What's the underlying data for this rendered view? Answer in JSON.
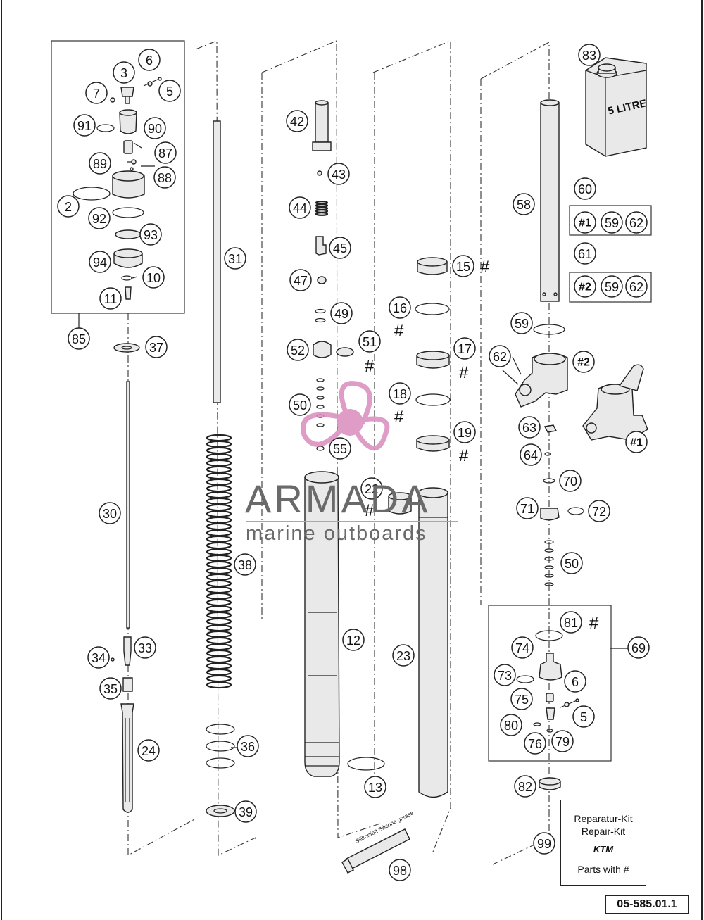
{
  "diagram": {
    "reference_number": "05-585.01.1",
    "callouts": [
      {
        "label": "2"
      },
      {
        "label": "3"
      },
      {
        "label": "5"
      },
      {
        "label": "6"
      },
      {
        "label": "7"
      },
      {
        "label": "10"
      },
      {
        "label": "11"
      },
      {
        "label": "12"
      },
      {
        "label": "13"
      },
      {
        "label": "15"
      },
      {
        "label": "16"
      },
      {
        "label": "17"
      },
      {
        "label": "18"
      },
      {
        "label": "19"
      },
      {
        "label": "22"
      },
      {
        "label": "23"
      },
      {
        "label": "24"
      },
      {
        "label": "30"
      },
      {
        "label": "31"
      },
      {
        "label": "33"
      },
      {
        "label": "34"
      },
      {
        "label": "35"
      },
      {
        "label": "36"
      },
      {
        "label": "37"
      },
      {
        "label": "38"
      },
      {
        "label": "39"
      },
      {
        "label": "42"
      },
      {
        "label": "43"
      },
      {
        "label": "44"
      },
      {
        "label": "45"
      },
      {
        "label": "47"
      },
      {
        "label": "49"
      },
      {
        "label": "50"
      },
      {
        "label": "51"
      },
      {
        "label": "52"
      },
      {
        "label": "55"
      },
      {
        "label": "58"
      },
      {
        "label": "59"
      },
      {
        "label": "60"
      },
      {
        "label": "61"
      },
      {
        "label": "62"
      },
      {
        "label": "63"
      },
      {
        "label": "64"
      },
      {
        "label": "69"
      },
      {
        "label": "70"
      },
      {
        "label": "71"
      },
      {
        "label": "72"
      },
      {
        "label": "73"
      },
      {
        "label": "74"
      },
      {
        "label": "75"
      },
      {
        "label": "76"
      },
      {
        "label": "79"
      },
      {
        "label": "80"
      },
      {
        "label": "81"
      },
      {
        "label": "82"
      },
      {
        "label": "83"
      },
      {
        "label": "85"
      },
      {
        "label": "87"
      },
      {
        "label": "88"
      },
      {
        "label": "89"
      },
      {
        "label": "90"
      },
      {
        "label": "91"
      },
      {
        "label": "92"
      },
      {
        "label": "93"
      },
      {
        "label": "94"
      },
      {
        "label": "98"
      },
      {
        "label": "99"
      },
      {
        "label": "#1"
      },
      {
        "label": "#2"
      },
      {
        "label": "#"
      }
    ]
  },
  "kits": {
    "kit_60": {
      "label": "60",
      "items": [
        "#1",
        "59",
        "62"
      ]
    },
    "kit_61": {
      "label": "61",
      "items": [
        "#2",
        "59",
        "62"
      ]
    }
  },
  "oil_can": {
    "label": "5 LITRE",
    "small_label": "5 LITRE"
  },
  "grease_tube": {
    "label": "Silikonfett Silicone grease"
  },
  "repair_kit": {
    "line1": "Reparatur-Kit",
    "line2": "Repair-Kit",
    "brand": "KTM",
    "parts_with": "Parts with #"
  },
  "watermark": {
    "brand": "ARMADA",
    "tagline": "marine outboards",
    "color": "#d98bbd"
  }
}
